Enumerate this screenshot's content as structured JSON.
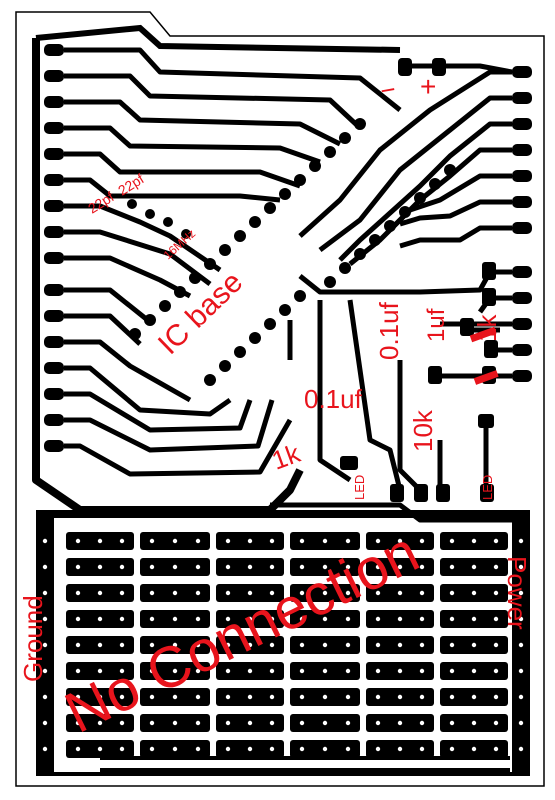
{
  "colors": {
    "copper": "#000000",
    "label": "#e8141c",
    "background": "#ffffff"
  },
  "labels": {
    "minus": "−",
    "plus": "+",
    "c22pf_a": "22pf",
    "c22pf_b": "22pf",
    "crystal": "16MHz",
    "ic_base": "IC base",
    "c01uf_a": "0.1uf",
    "c1uf": "1uf",
    "r1k_a": "1k",
    "c01uf_b": "0.1uf",
    "r10k": "10k",
    "r1k_b": "1k",
    "led_a": "LED",
    "led_b": "LED",
    "ground": "Ground",
    "power": "Power",
    "no_connection": "No Connection"
  }
}
